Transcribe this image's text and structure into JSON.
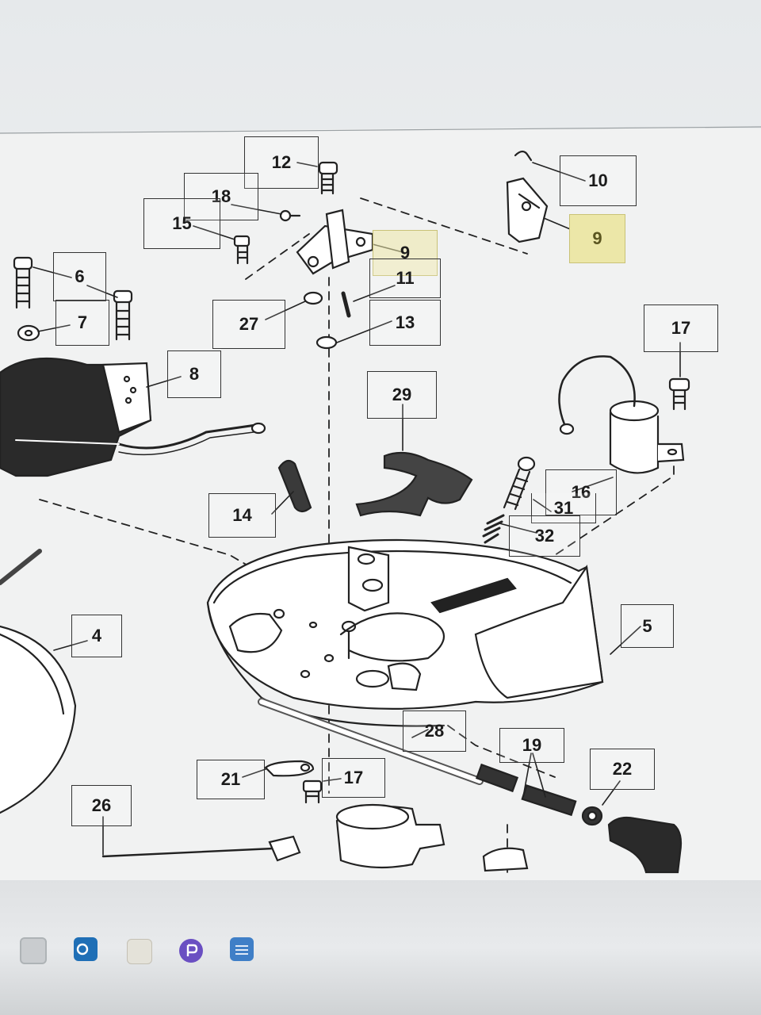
{
  "diagram": {
    "callouts": [
      {
        "id": "c12",
        "text": "12"
      },
      {
        "id": "c10",
        "text": "10"
      },
      {
        "id": "c18",
        "text": "18"
      },
      {
        "id": "c15",
        "text": "15"
      },
      {
        "id": "c9a",
        "text": "9"
      },
      {
        "id": "c9b",
        "text": "9"
      },
      {
        "id": "c6",
        "text": "6"
      },
      {
        "id": "c7",
        "text": "7"
      },
      {
        "id": "c11",
        "text": "11"
      },
      {
        "id": "c13",
        "text": "13"
      },
      {
        "id": "c27",
        "text": "27"
      },
      {
        "id": "c17a",
        "text": "17"
      },
      {
        "id": "c8",
        "text": "8"
      },
      {
        "id": "c29",
        "text": "29"
      },
      {
        "id": "c16",
        "text": "16"
      },
      {
        "id": "c31",
        "text": "31"
      },
      {
        "id": "c32",
        "text": "32"
      },
      {
        "id": "c14",
        "text": "14"
      },
      {
        "id": "c4",
        "text": "4"
      },
      {
        "id": "c5",
        "text": "5"
      },
      {
        "id": "c28",
        "text": "28"
      },
      {
        "id": "c19",
        "text": "19"
      },
      {
        "id": "c22",
        "text": "22"
      },
      {
        "id": "c21",
        "text": "21"
      },
      {
        "id": "c17b",
        "text": "17"
      },
      {
        "id": "c26",
        "text": "26"
      }
    ],
    "highlight_color": "#ece7a8",
    "line_color": "#222222"
  },
  "taskbar": {
    "icons": [
      "app-icon",
      "outlook-icon",
      "file-explorer-icon",
      "browser-icon",
      "calculator-icon"
    ]
  }
}
